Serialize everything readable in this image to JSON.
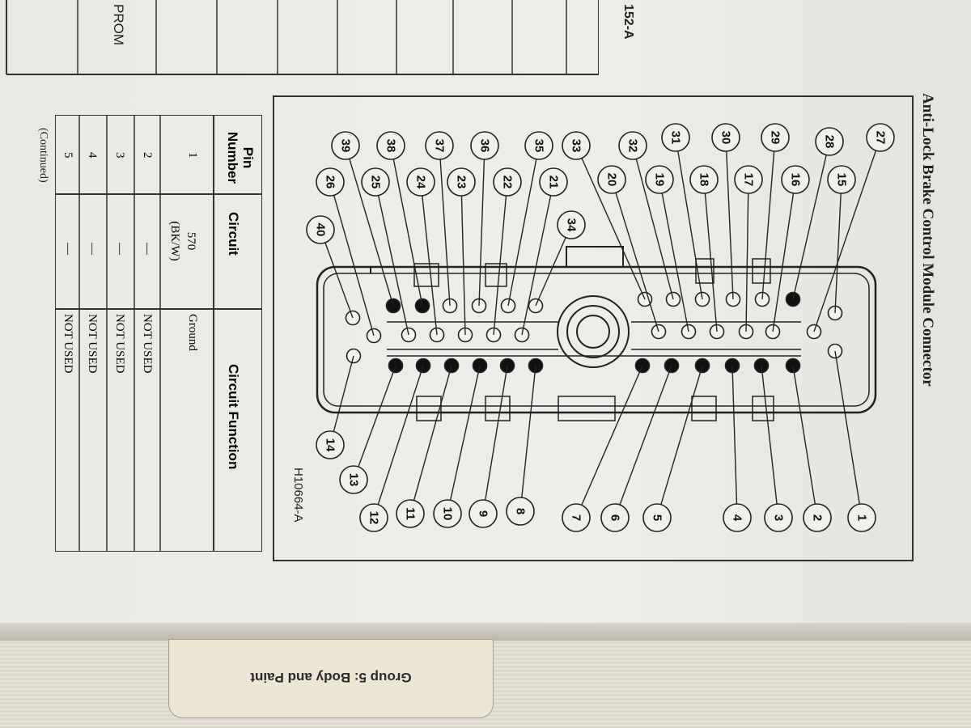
{
  "diagram": {
    "title": "Anti-Lock Brake Control Module Connector",
    "reference": "H10664-A",
    "left_callouts": [
      "27",
      "28",
      "29",
      "30",
      "31",
      "32",
      "33",
      "15",
      "16",
      "17",
      "18",
      "19",
      "20"
    ],
    "callouts_top": [
      "27",
      "15",
      "28",
      "16",
      "29",
      "17",
      "30",
      "18",
      "31",
      "19",
      "32",
      "20",
      "33",
      "34",
      "35",
      "21",
      "36",
      "22",
      "37",
      "23",
      "38",
      "24",
      "39",
      "25",
      "26",
      "40"
    ],
    "callouts_bottom": [
      "1",
      "2",
      "3",
      "4",
      "5",
      "6",
      "7",
      "8",
      "9",
      "10",
      "11",
      "12",
      "13",
      "14"
    ]
  },
  "pin_table": {
    "headers": {
      "pin": "Pin Number",
      "circuit": "Circuit",
      "function": "Circuit Function"
    },
    "rows": [
      {
        "pin": "1",
        "circuit": "570 (BK/W)",
        "function": "Ground"
      },
      {
        "pin": "2",
        "circuit": "—",
        "function": "NOT USED"
      },
      {
        "pin": "3",
        "circuit": "—",
        "function": "NOT USED"
      },
      {
        "pin": "4",
        "circuit": "—",
        "function": "NOT USED"
      },
      {
        "pin": "5",
        "circuit": "—",
        "function": "NOT USED"
      }
    ],
    "continued": "(Continued)"
  },
  "fragments": {
    "prom": "PROM",
    "ref_partial": "152-A"
  },
  "tab": {
    "label": "Group 5: Body and Paint"
  }
}
